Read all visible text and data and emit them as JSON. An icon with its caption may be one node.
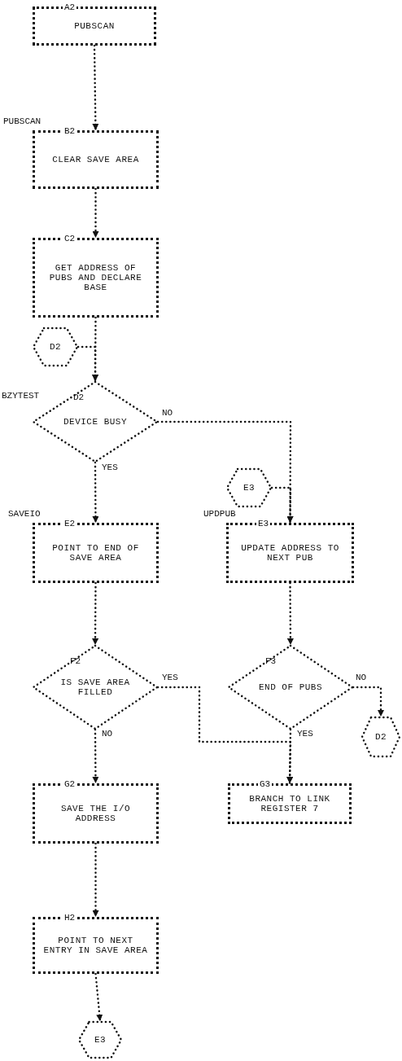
{
  "diagram": {
    "nodes": [
      {
        "text": [
          "A2",
          "PUBSCAN"
        ]
      },
      {
        "text": [
          "B2",
          "CLEAR SAVE AREA"
        ],
        "beside": [
          "PUBSCAN"
        ]
      },
      {
        "text": [
          "C2",
          "GET ADDRESS OF PUBS AND DECLARE BASE"
        ]
      },
      {
        "text": [
          "D2"
        ]
      },
      {
        "text": [
          "D2",
          "DEVICE BUSY"
        ],
        "beside": [
          "BZYTEST"
        ]
      },
      {
        "text": [
          "E3"
        ]
      },
      {
        "text": [
          "E2",
          "POINT TO END OF SAVE AREA"
        ],
        "beside": [
          "SAVEIO"
        ]
      },
      {
        "text": [
          "E3",
          "UPDATE ADDRESS TO NEXT PUB"
        ],
        "beside": [
          "UPDPUB"
        ]
      },
      {
        "text": [
          "F2",
          "IS SAVE AREA FILLED"
        ]
      },
      {
        "text": [
          "F3",
          "END OF PUBS"
        ]
      },
      {
        "text": [
          "D2"
        ]
      },
      {
        "text": [
          "G2",
          "SAVE THE I/O ADDRESS"
        ]
      },
      {
        "text": [
          "G3",
          "BRANCH TO LINK REGISTER 7"
        ]
      },
      {
        "text": [
          "H2",
          "POINT TO NEXT ENTRY IN SAVE AREA"
        ]
      },
      {
        "text": [
          "E3"
        ]
      }
    ],
    "edges": [
      {
        "from": 0,
        "to": 1,
        "arrow": "to"
      },
      {
        "from": 1,
        "to": 2,
        "arrow": "to"
      },
      {
        "from": 2,
        "to": 4,
        "arrow": "to"
      },
      {
        "from": 3,
        "to": 4,
        "arrow": "to"
      },
      {
        "from": 4,
        "to": 6,
        "arrow": "to",
        "label": "YES"
      },
      {
        "from": 4,
        "to": 7,
        "arrow": "to",
        "label": "NO"
      },
      {
        "from": 5,
        "to": 7,
        "arrow": "to"
      },
      {
        "from": 6,
        "to": 8,
        "arrow": "to"
      },
      {
        "from": 7,
        "to": 9,
        "arrow": "to"
      },
      {
        "from": 8,
        "to": 11,
        "arrow": "to",
        "label": "NO"
      },
      {
        "from": 8,
        "to": 12,
        "arrow": "to",
        "label": "YES"
      },
      {
        "from": 9,
        "to": 12,
        "arrow": "to",
        "label": "YES"
      },
      {
        "from": 9,
        "to": 10,
        "arrow": "to",
        "label": "NO"
      },
      {
        "from": 11,
        "to": 13,
        "arrow": "to"
      },
      {
        "from": 13,
        "to": 14,
        "arrow": "to"
      }
    ]
  }
}
